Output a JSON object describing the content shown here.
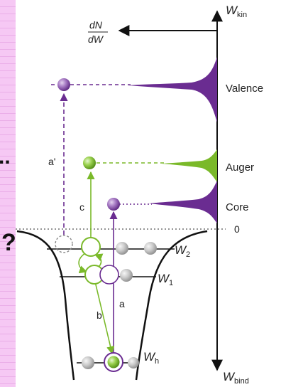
{
  "colors": {
    "purple": "#6a2c91",
    "purple_light": "#b38cc9",
    "green": "#7ab929",
    "green_light": "#bde28a",
    "gray": "#c2c2c2",
    "left_strip": "#f6c8f4",
    "left_strip_lines": "#e8a5e6",
    "ink": "#111111"
  },
  "axis": {
    "top_label_main": "W",
    "top_label_sub": "kin",
    "bottom_label_main": "W",
    "bottom_label_sub": "bind",
    "zero_label": "0"
  },
  "density_label": {
    "numerator": "dN",
    "denominator": "dW"
  },
  "peaks": {
    "valence": "Valence",
    "auger": "Auger",
    "core": "Core"
  },
  "levels": {
    "w2_main": "W",
    "w2_sub": "2",
    "w1_main": "W",
    "w1_sub": "1",
    "wh_main": "W",
    "wh_sub": "h"
  },
  "transitions": {
    "a": "a",
    "a_prime": "a'",
    "b": "b",
    "c": "c"
  },
  "edge_glyphs": {
    "dots": "..",
    "question": "?"
  }
}
